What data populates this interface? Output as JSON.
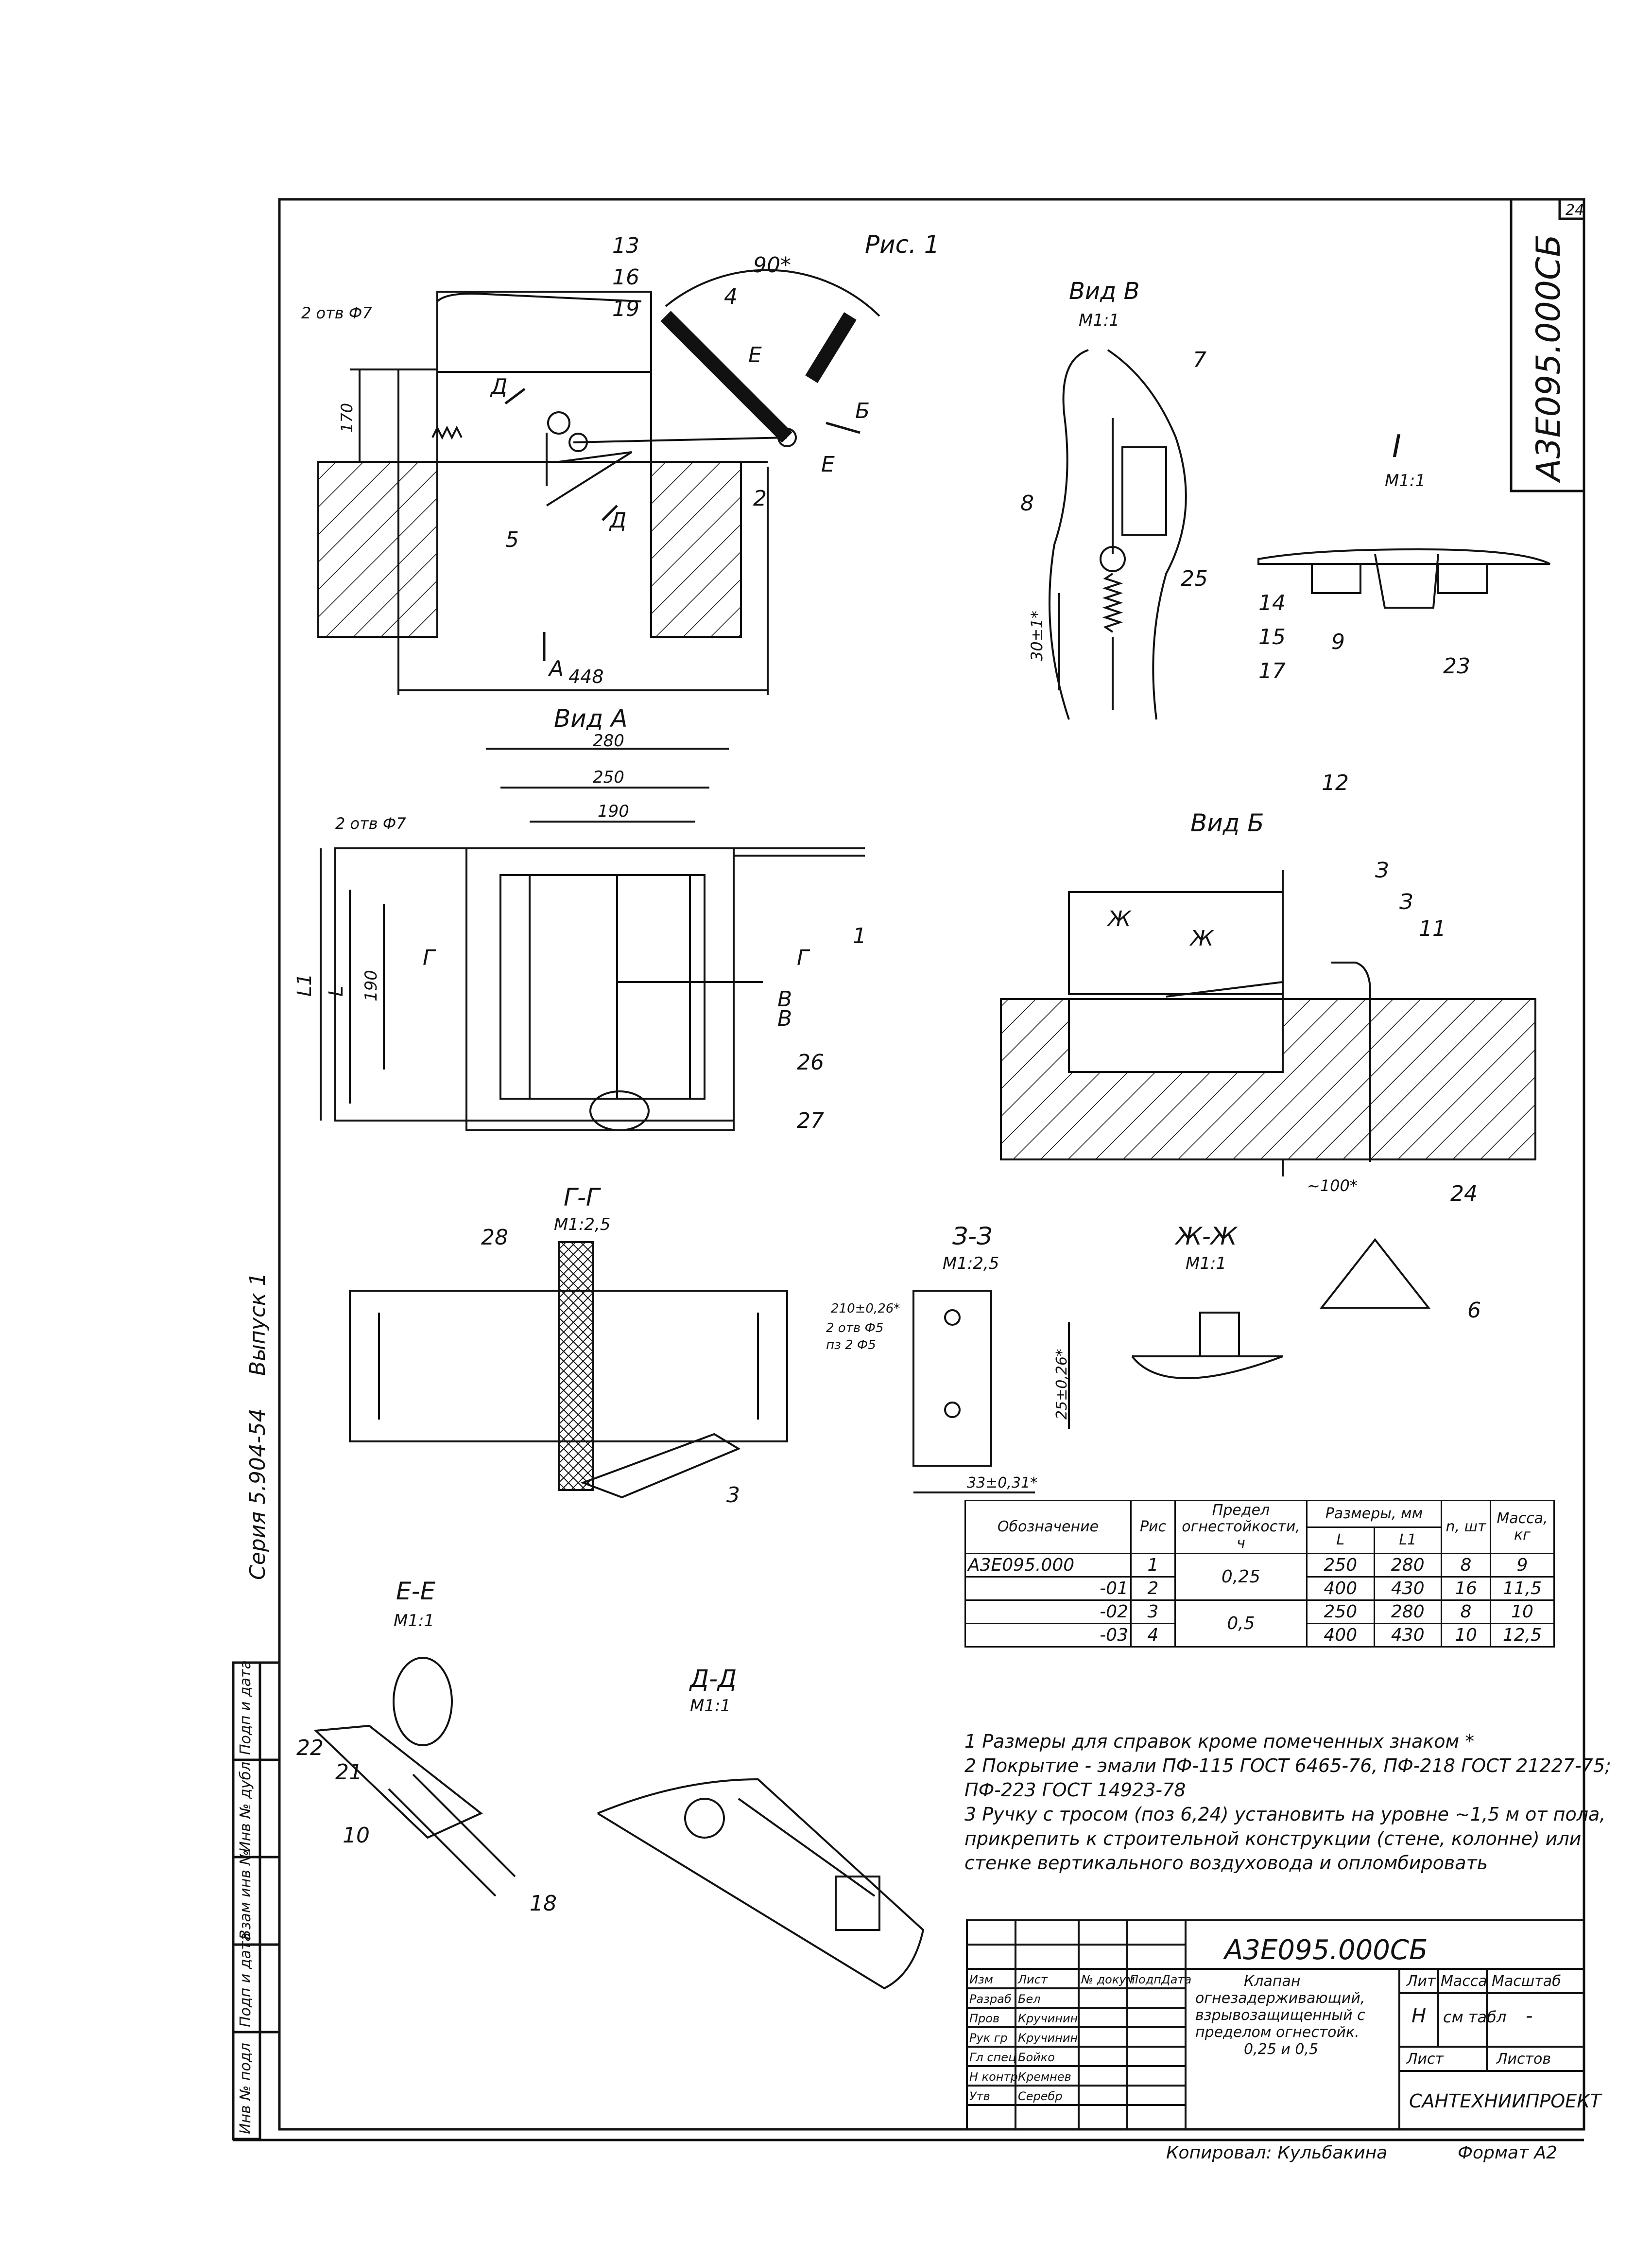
{
  "sheet": {
    "corner_number": "24",
    "vertical_code": "А3Е095.000СБ",
    "series_label": "Серия 5.904-54",
    "issue_label": "Выпуск 1",
    "copied_by": "Копировал: Кульбакина",
    "format_label": "Формат А2"
  },
  "figure": {
    "ris1": "Рис. 1",
    "vid_v": "Вид В",
    "vid_v_scale": "М1:1",
    "vid_a": "Вид А",
    "vid_b": "Вид Б",
    "view_I": "I",
    "view_I_scale": "М1:1",
    "sec_gg": "Г-Г",
    "sec_gg_scale": "М1:2,5",
    "sec_zz": "З-З",
    "sec_zz_scale": "М1:2,5",
    "sec_zhzh": "Ж-Ж",
    "sec_zhzh_scale": "М1:1",
    "sec_ee": "Е-Е",
    "sec_ee_scale": "М1:1",
    "sec_dd": "Д-Д",
    "sec_dd_scale": "М1:1",
    "angle_90": "90*",
    "otv_7_a": "2 отв Ф7",
    "otv_7_b": "2 отв Ф7",
    "dim_170": "170",
    "dim_448": "448",
    "dim_280": "280",
    "dim_250": "250",
    "dim_190a": "190",
    "dim_190b": "190",
    "dim_L": "L",
    "dim_L1": "L1",
    "dim_30": "30±1*",
    "dim_100": "~100*",
    "dim_25": "25±0,26*",
    "dim_33": "33±0,31*",
    "dim_210": "210±0,26*",
    "dim_zz_hole": "2 отв Ф5",
    "dim_zz_pos": "пз 2 Ф5",
    "leaders": [
      "1",
      "2",
      "3",
      "4",
      "5",
      "6",
      "7",
      "8",
      "9",
      "10",
      "11",
      "12",
      "13",
      "14",
      "15",
      "16",
      "17",
      "18",
      "19",
      "21",
      "22",
      "23",
      "24",
      "25",
      "26",
      "27",
      "28"
    ],
    "sec_letters": [
      "Д",
      "Д",
      "Е",
      "Е",
      "Б",
      "В",
      "В",
      "Г",
      "Г",
      "З",
      "З",
      "Ж",
      "Ж",
      "А"
    ]
  },
  "spec_table": {
    "headers": [
      "Обозначение",
      "Рис",
      "Предел огнестойкости, ч",
      "Размеры, мм",
      "n, шт",
      "Масса, кг"
    ],
    "subheaders": [
      "L",
      "L1"
    ],
    "rows": [
      [
        "А3Е095.000",
        "1",
        "0,25",
        "250",
        "280",
        "8",
        "9"
      ],
      [
        "-01",
        "2",
        "",
        "400",
        "430",
        "16",
        "11,5"
      ],
      [
        "-02",
        "3",
        "0,5",
        "250",
        "280",
        "8",
        "10"
      ],
      [
        "-03",
        "4",
        "",
        "400",
        "430",
        "10",
        "12,5"
      ]
    ]
  },
  "notes": [
    "1 Размеры для справок кроме помеченных знаком *",
    "2 Покрытие - эмали ПФ-115 ГОСТ 6465-76, ПФ-218 ГОСТ 21227-75;",
    "ПФ-223 ГОСТ 14923-78",
    "3 Ручку с тросом (поз 6,24) установить на уровне ~1,5 м от пола,",
    "прикрепить к строительной конструкции (стене, колонне) или",
    "стенке вертикального воздуховода и опломбировать"
  ],
  "title_block": {
    "code": "А3Е095.000СБ",
    "name_lines": [
      "Клапан",
      "огнезадерживающий,",
      "взрывозащищенный с",
      "пределом огнестойк.",
      "0,25 и 0,5"
    ],
    "lit_label": "Лит",
    "mass_label": "Масса",
    "scale_label": "Масштаб",
    "mass_value": "см табл",
    "scale_value": "-",
    "lit_value": "Н",
    "sheet_label": "Лист",
    "sheets_label": "Листов",
    "company": "САНТЕХНИИПРОЕКТ",
    "roles": [
      "Изм",
      "Разраб",
      "Пров",
      "Рук гр",
      "Гл спец",
      "Н контр",
      "Утв"
    ],
    "names": [
      "",
      "Бел",
      "Кручинин",
      "Кручинин",
      "Бойко",
      "Кремнев",
      "Серебр"
    ],
    "header_cells": [
      "Лист",
      "№ докум",
      "Подп",
      "Дата"
    ]
  },
  "side_stamp": [
    "Инв № подл",
    "Подп и дата",
    "Взам инв №",
    "Инв № дубл",
    "Подп и дата"
  ]
}
